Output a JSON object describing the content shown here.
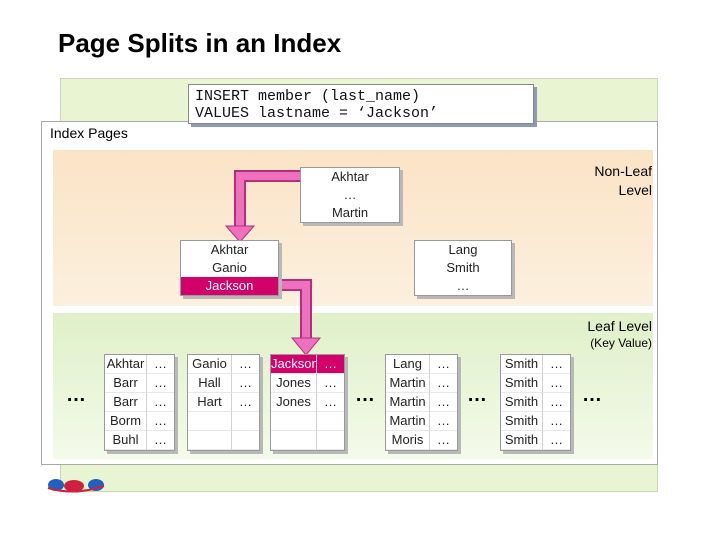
{
  "title": "Page Splits in an Index",
  "sql": {
    "line1": "INSERT member (last_name)",
    "line2": "VALUES lastname = ‘Jackson’"
  },
  "labels": {
    "index_pages": "Index Pages",
    "non_leaf_line1": "Non-Leaf",
    "non_leaf_line2": "Level",
    "leaf_level": "Leaf Level",
    "key_value": "(Key Value)"
  },
  "nonleaf_nodes": {
    "root": [
      "Akhtar",
      "…",
      "Martin"
    ],
    "left": [
      "Akhtar",
      "Ganio",
      "Jackson"
    ],
    "right": [
      "Lang",
      "Smith",
      "…"
    ]
  },
  "highlight_key": "Jackson",
  "leaf_pages": [
    {
      "keys": [
        "Akhtar",
        "Barr",
        "Barr",
        "Borm",
        "Buhl"
      ],
      "rows": 5
    },
    {
      "keys": [
        "Ganio",
        "Hall",
        "Hart",
        "",
        ""
      ],
      "rows": 5
    },
    {
      "keys": [
        "Jackson",
        "Jones",
        "Jones",
        "",
        ""
      ],
      "rows": 5
    },
    {
      "keys": [
        "Lang",
        "Martin",
        "Martin",
        "Martin",
        "Moris"
      ],
      "rows": 5
    },
    {
      "keys": [
        "Smith",
        "Smith",
        "Smith",
        "Smith",
        "Smith"
      ],
      "rows": 5
    }
  ],
  "value_placeholder": "…",
  "ellipsis": "…",
  "colors": {
    "highlight": "#d4006a",
    "arrow": "#e040a0",
    "nonleaf_band": "#fbe3c6",
    "leaf_band": "#dff0c8"
  },
  "icons": [
    "logo-icon"
  ]
}
